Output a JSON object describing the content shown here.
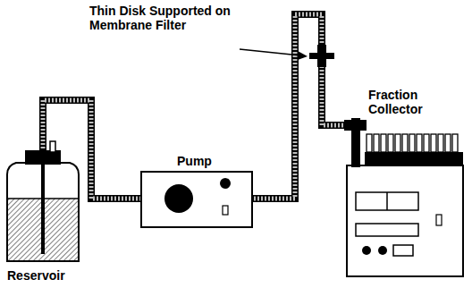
{
  "diagram": {
    "labels": [
      "Thin Disk Supported on Membrane Filter",
      "Pump",
      "Fraction Collector",
      "Reservoir"
    ]
  }
}
